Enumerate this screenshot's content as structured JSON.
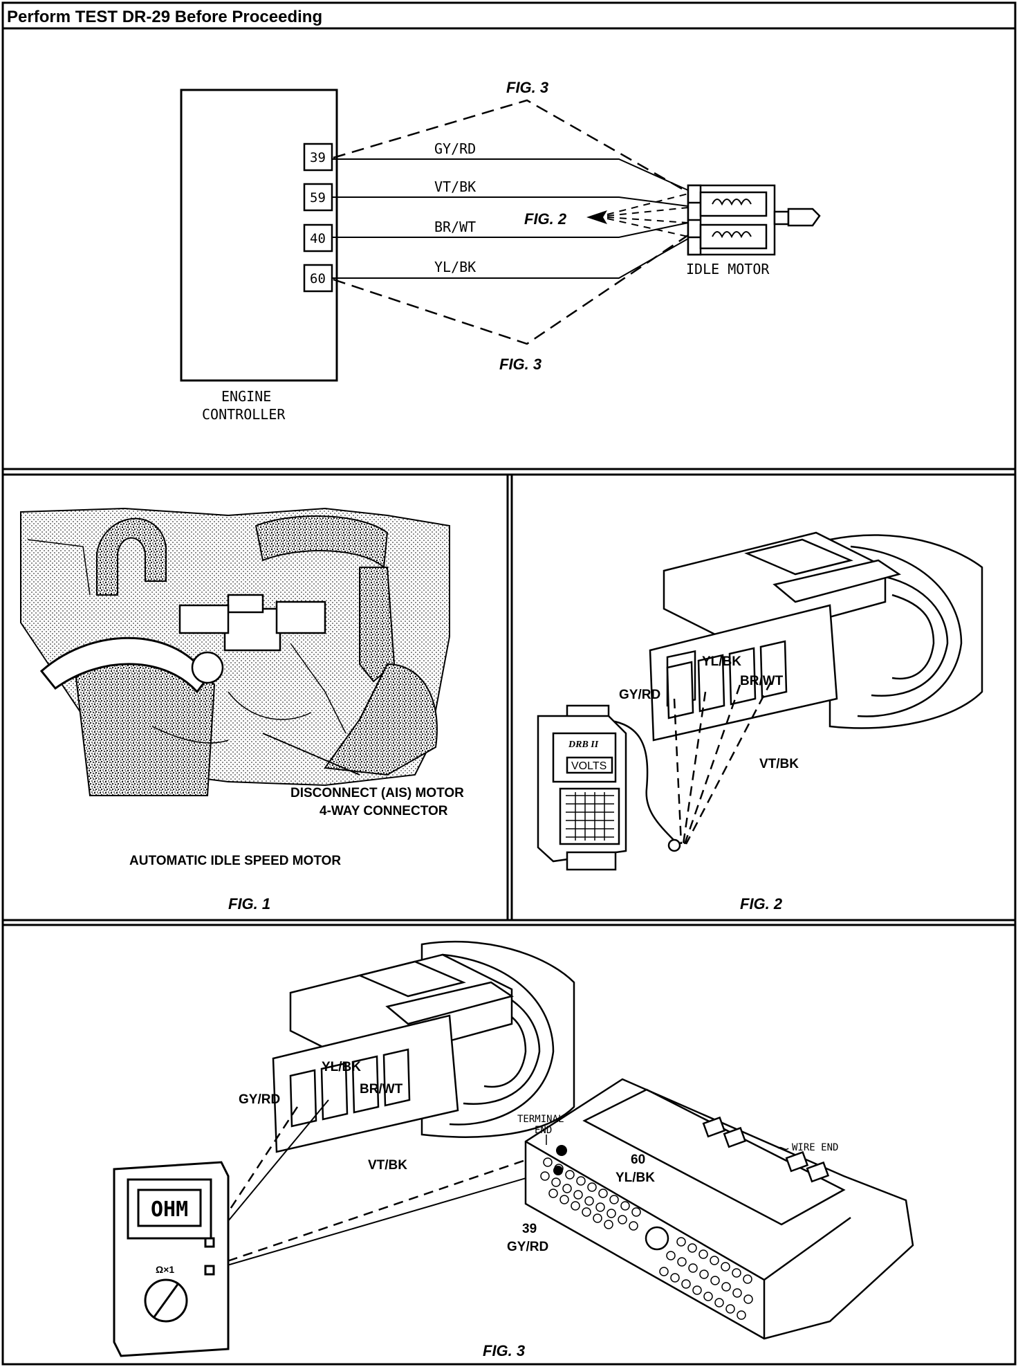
{
  "header": {
    "title": "Perform TEST DR-29 Before Proceeding"
  },
  "schematic": {
    "controller_label_line1": "ENGINE",
    "controller_label_line2": "CONTROLLER",
    "motor_label": "IDLE MOTOR",
    "fig3_top": "FIG. 3",
    "fig3_bottom": "FIG. 3",
    "fig2_ref": "FIG. 2",
    "pins": [
      {
        "number": "39",
        "wire": "GY/RD"
      },
      {
        "number": "59",
        "wire": "VT/BK"
      },
      {
        "number": "40",
        "wire": "BR/WT"
      },
      {
        "number": "60",
        "wire": "YL/BK"
      }
    ]
  },
  "fig1": {
    "callout_line1": "DISCONNECT (AIS) MOTOR",
    "callout_line2": "4-WAY CONNECTOR",
    "caption": "AUTOMATIC IDLE SPEED MOTOR",
    "fig_label": "FIG. 1"
  },
  "fig2": {
    "wire_gyrd": "GY/RD",
    "wire_ylbk": "YL/BK",
    "wire_brwt": "BR/WT",
    "wire_vtbk": "VT/BK",
    "tester_brand": "DRB II",
    "tester_display": "VOLTS",
    "fig_label": "FIG. 2"
  },
  "fig3": {
    "wire_gyrd": "GY/RD",
    "wire_ylbk": "YL/BK",
    "wire_brwt": "BR/WT",
    "wire_vtbk": "VT/BK",
    "terminal_end_line1": "TERMINAL",
    "terminal_end_line2": "END",
    "wire_end": "WIRE END",
    "pin60_number": "60",
    "pin60_wire": "YL/BK",
    "pin39_number": "39",
    "pin39_wire": "GY/RD",
    "meter_display": "OHM",
    "meter_range": "Ω×1",
    "fig_label": "FIG. 3"
  }
}
